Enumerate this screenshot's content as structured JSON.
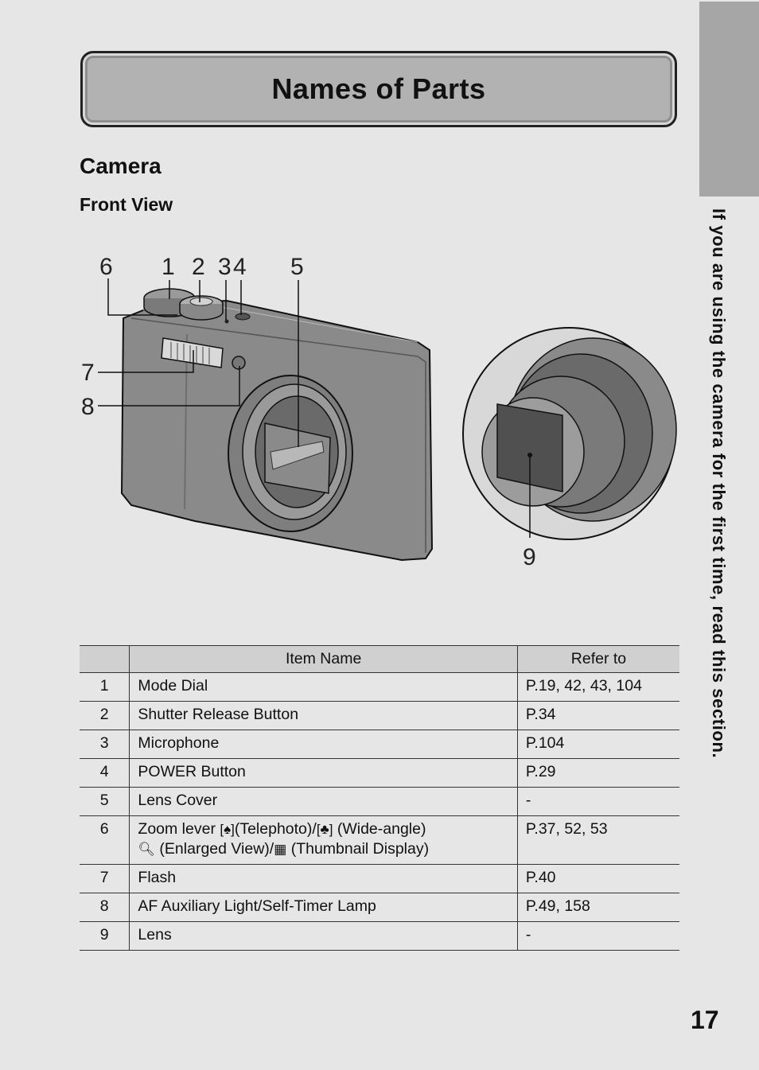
{
  "page": {
    "side_tab_text": "If you are using the camera for the first time, read this section.",
    "title": "Names of Parts",
    "section": "Camera",
    "subsection": "Front View",
    "page_number": "17"
  },
  "figure": {
    "callouts": [
      "6",
      "1",
      "2",
      "3",
      "4",
      "5",
      "7",
      "8",
      "9"
    ]
  },
  "table": {
    "headers": [
      "",
      "Item Name",
      "Refer to"
    ],
    "rows": [
      {
        "num": "1",
        "name": "Mode Dial",
        "ref": "P.19, 42, 43, 104"
      },
      {
        "num": "2",
        "name": "Shutter Release Button",
        "ref": "P.34"
      },
      {
        "num": "3",
        "name": "Microphone",
        "ref": "P.104"
      },
      {
        "num": "4",
        "name": "POWER Button",
        "ref": "P.29"
      },
      {
        "num": "5",
        "name": "Lens Cover",
        "ref": "-"
      },
      {
        "num": "6",
        "name_parts": {
          "a": "Zoom lever",
          "b": "(Telephoto)/",
          "c": "(Wide-angle)",
          "d": "(Enlarged View)/",
          "e": "(Thumbnail Display)"
        },
        "icons": [
          "telephoto-icon",
          "wide-angle-icon",
          "magnifier-icon",
          "thumbnail-icon"
        ],
        "ref": "P.37, 52, 53"
      },
      {
        "num": "7",
        "name": "Flash",
        "ref": "P.40"
      },
      {
        "num": "8",
        "name": "AF Auxiliary Light/Self-Timer Lamp",
        "ref": "P.49, 158"
      },
      {
        "num": "9",
        "name": "Lens",
        "ref": "-"
      }
    ]
  }
}
